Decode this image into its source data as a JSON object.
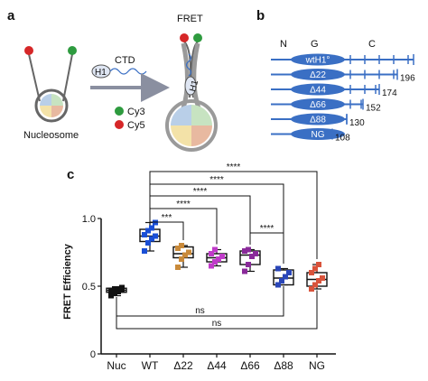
{
  "panel_a": {
    "label": "a",
    "nucleosome_label": "Nucleosome",
    "ctd_label": "CTD",
    "h1_label": "H1",
    "fret_label": "FRET",
    "h1_bound_label": "H1",
    "legend": [
      {
        "name": "Cy3",
        "color": "#2e9b3f"
      },
      {
        "name": "Cy5",
        "color": "#d62728"
      }
    ]
  },
  "panel_b": {
    "label": "b",
    "domain_labels": {
      "n": "N",
      "g": "G",
      "c": "C"
    },
    "constructs": [
      {
        "name": "wtH1°",
        "length": ""
      },
      {
        "name": "Δ22",
        "length": "196"
      },
      {
        "name": "Δ44",
        "length": "174"
      },
      {
        "name": "Δ66",
        "length": "152"
      },
      {
        "name": "Δ88",
        "length": "130"
      },
      {
        "name": "NG",
        "length": "108"
      }
    ],
    "colors": {
      "construct": "#3a6fc4"
    }
  },
  "panel_c": {
    "label": "c",
    "chart_data": {
      "type": "box",
      "categories": [
        "Nuc",
        "WT",
        "Δ22",
        "Δ44",
        "Δ66",
        "Δ88",
        "NG"
      ],
      "ylabel": "FRET Efficiency",
      "ylim": [
        0,
        1.0
      ],
      "yticks": [
        "0",
        "0.5",
        "1.0"
      ],
      "boxes": [
        {
          "category": "Nuc",
          "min": 0.43,
          "q1": 0.455,
          "median": 0.47,
          "q3": 0.485,
          "max": 0.49,
          "color": "#111111",
          "points": [
            0.43,
            0.45,
            0.46,
            0.47,
            0.47,
            0.48,
            0.48,
            0.49
          ]
        },
        {
          "category": "WT",
          "min": 0.76,
          "q1": 0.83,
          "median": 0.87,
          "q3": 0.92,
          "max": 0.97,
          "color": "#1a4fd6",
          "points": [
            0.76,
            0.82,
            0.85,
            0.87,
            0.88,
            0.91,
            0.93,
            0.97
          ]
        },
        {
          "category": "Δ22",
          "min": 0.64,
          "q1": 0.71,
          "median": 0.74,
          "q3": 0.79,
          "max": 0.8,
          "color": "#c98a3a",
          "points": [
            0.64,
            0.7,
            0.73,
            0.75,
            0.78,
            0.8
          ]
        },
        {
          "category": "Δ44",
          "min": 0.65,
          "q1": 0.68,
          "median": 0.71,
          "q3": 0.74,
          "max": 0.77,
          "color": "#c03bc9",
          "points": [
            0.65,
            0.68,
            0.7,
            0.72,
            0.74,
            0.77
          ]
        },
        {
          "category": "Δ66",
          "min": 0.61,
          "q1": 0.66,
          "median": 0.73,
          "q3": 0.76,
          "max": 0.77,
          "color": "#8a2a9a",
          "points": [
            0.61,
            0.66,
            0.72,
            0.74,
            0.76,
            0.77
          ]
        },
        {
          "category": "Δ88",
          "min": 0.51,
          "q1": 0.51,
          "median": 0.56,
          "q3": 0.62,
          "max": 0.63,
          "color": "#2a46b8",
          "points": [
            0.51,
            0.54,
            0.57,
            0.6,
            0.63
          ]
        },
        {
          "category": "NG",
          "min": 0.48,
          "q1": 0.5,
          "median": 0.55,
          "q3": 0.6,
          "max": 0.66,
          "color": "#d9533b",
          "points": [
            0.48,
            0.51,
            0.54,
            0.56,
            0.6,
            0.63,
            0.66
          ]
        }
      ],
      "significance": [
        {
          "from": "WT",
          "to": "NG",
          "label": "****"
        },
        {
          "from": "WT",
          "to": "Δ88",
          "label": "****"
        },
        {
          "from": "WT",
          "to": "Δ66",
          "label": "****"
        },
        {
          "from": "WT",
          "to": "Δ44",
          "label": "****"
        },
        {
          "from": "WT",
          "to": "Δ22",
          "label": "***"
        },
        {
          "from": "Δ66",
          "to": "Δ88",
          "label": "****"
        },
        {
          "from": "Nuc",
          "to": "Δ88",
          "label": "ns"
        },
        {
          "from": "Nuc",
          "to": "NG",
          "label": "ns"
        }
      ]
    }
  }
}
